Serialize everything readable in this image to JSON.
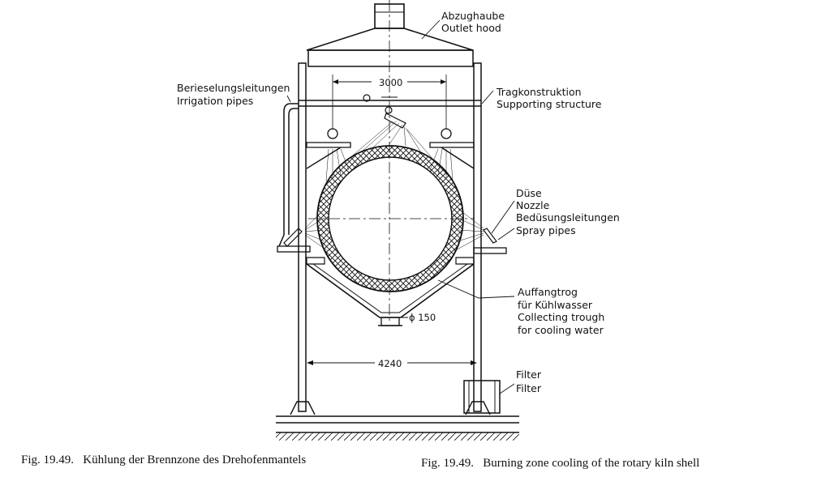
{
  "labels": {
    "outlet_hood_de": "Abzughaube",
    "outlet_hood_en": "Outlet hood",
    "irrigation_de": "Berieselungsleitungen",
    "irrigation_en": "Irrigation pipes",
    "support_de": "Tragkonstruktion",
    "support_en": "Supporting structure",
    "nozzle_de": "Düse",
    "nozzle_en": "Nozzle",
    "spray_de": "Bedüsungsleitungen",
    "spray_en": "Spray pipes",
    "trough_de_1": "Auffangtrog",
    "trough_de_2": "für Kühlwasser",
    "trough_en_1": "Collecting trough",
    "trough_en_2": "for cooling water",
    "filter_de": "Filter",
    "filter_en": "Filter"
  },
  "dimensions": {
    "top_width": "3000",
    "outlet_diameter": "ϕ 150",
    "base_width": "4240"
  },
  "captions": {
    "de": "Fig. 19.49.   Kühlung der Brennzone des Drehofenmantels",
    "en": "Fig. 19.49.   Burning zone cooling of the rotary kiln shell"
  }
}
